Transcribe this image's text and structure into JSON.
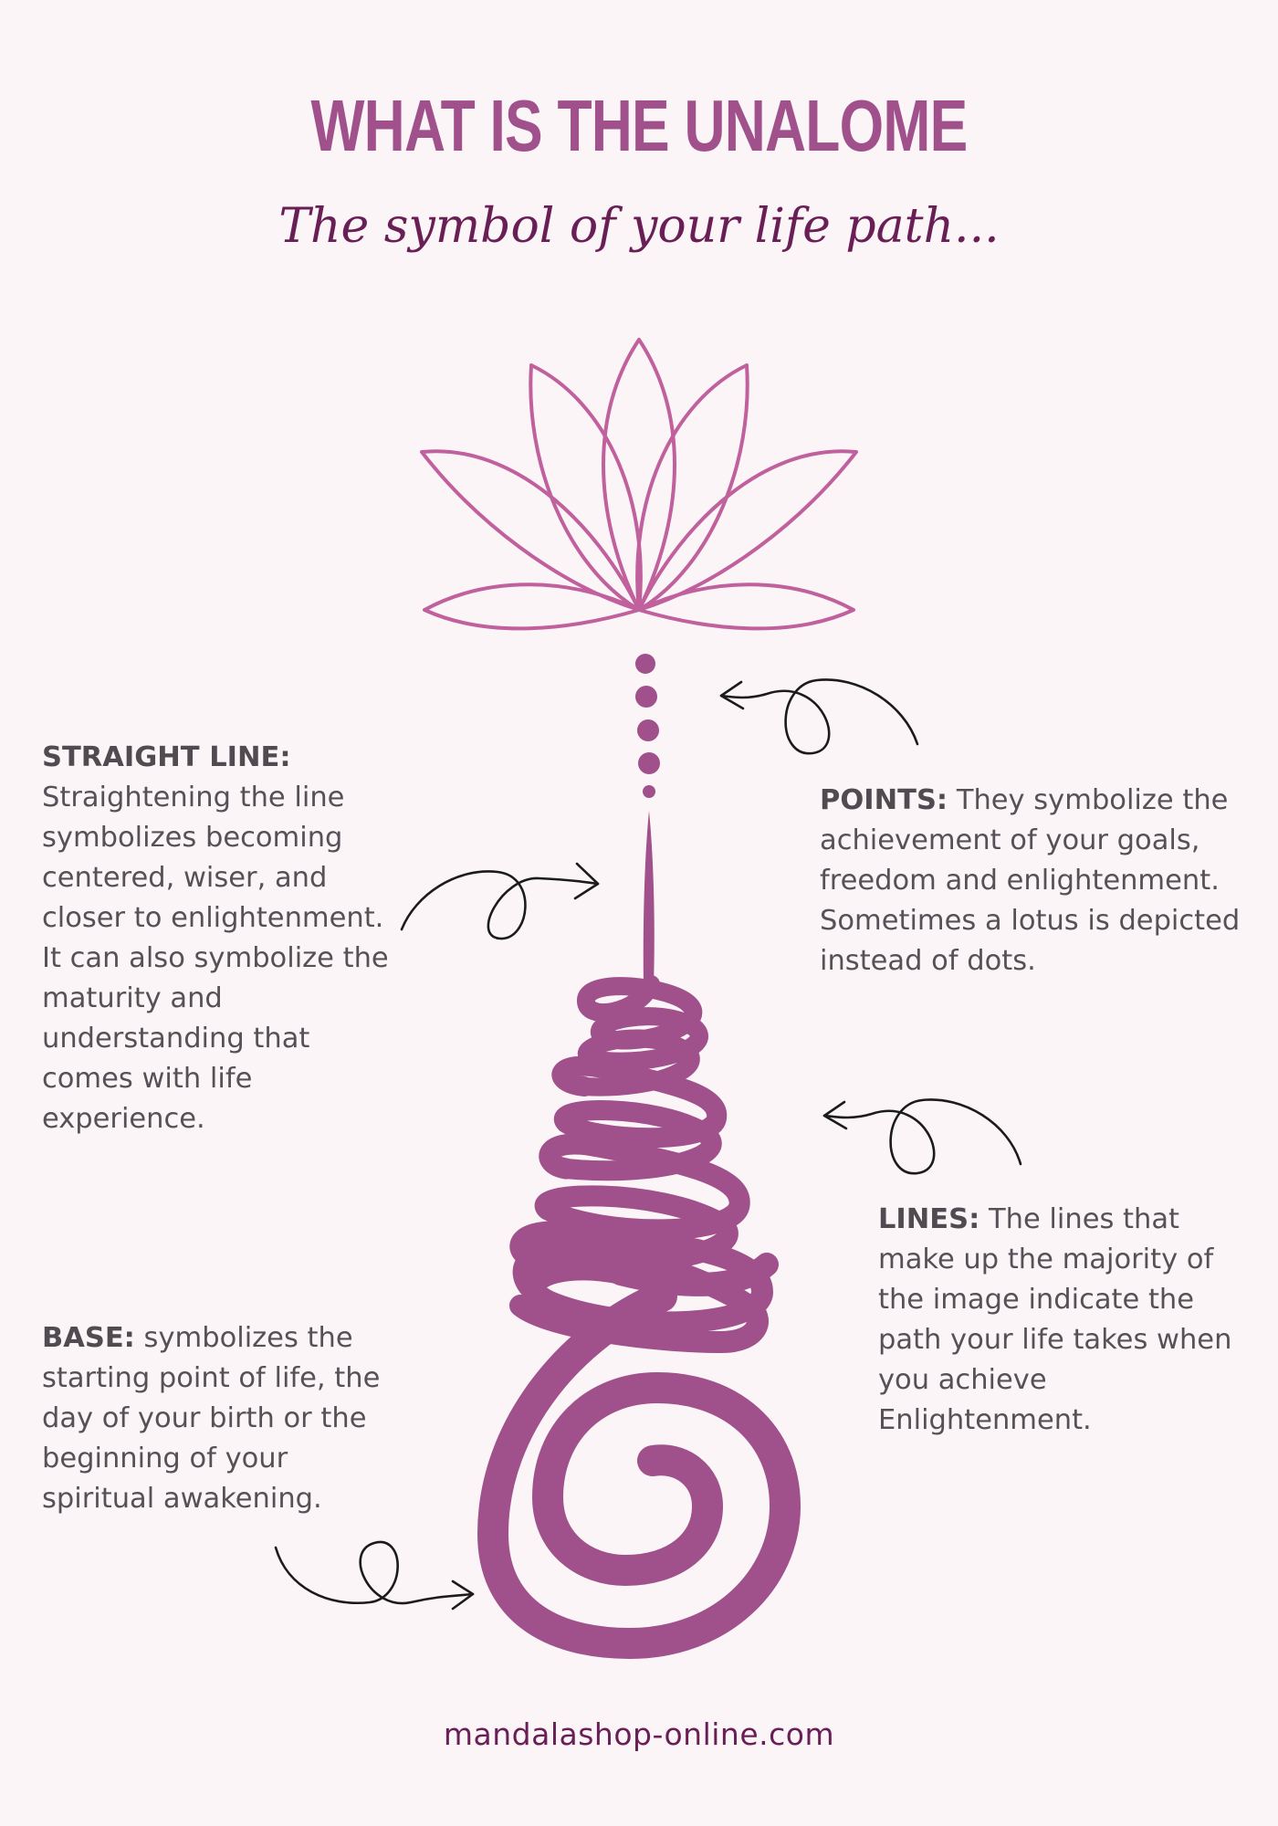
{
  "title": "WHAT IS THE UNALOME",
  "subtitle": "The symbol of your life path...",
  "colors": {
    "accent": "#a0508a",
    "lotus_stroke": "#c0609d",
    "dark_accent": "#6a1e56",
    "body_text": "#555157",
    "background": "#fbf5f8",
    "arrow": "#1b1b1b"
  },
  "sections": {
    "straight_line": {
      "heading": "STRAIGHT LINE:",
      "text": "Straightening the line symbolizes becoming centered, wiser, and closer to enlightenment. It can also symbolize the maturity and understanding that comes with life experience."
    },
    "points": {
      "heading": "POINTS:",
      "text": " They symbolize the achievement of your goals, freedom and enlightenment. Sometimes a lotus is depicted instead of dots."
    },
    "lines": {
      "heading": "LINES:",
      "text": " The lines that make up the majority of the image indicate the path your life takes when you achieve Enlightenment."
    },
    "base": {
      "heading": "BASE:",
      "text": " symbolizes the starting point of life, the day of your birth or the beginning of your spiritual awakening."
    }
  },
  "icons": {
    "lotus": "lotus-flower-icon",
    "unalome": "unalome-symbol-icon",
    "arrow": "curly-arrow-icon"
  },
  "footer": "mandalashop-online.com"
}
